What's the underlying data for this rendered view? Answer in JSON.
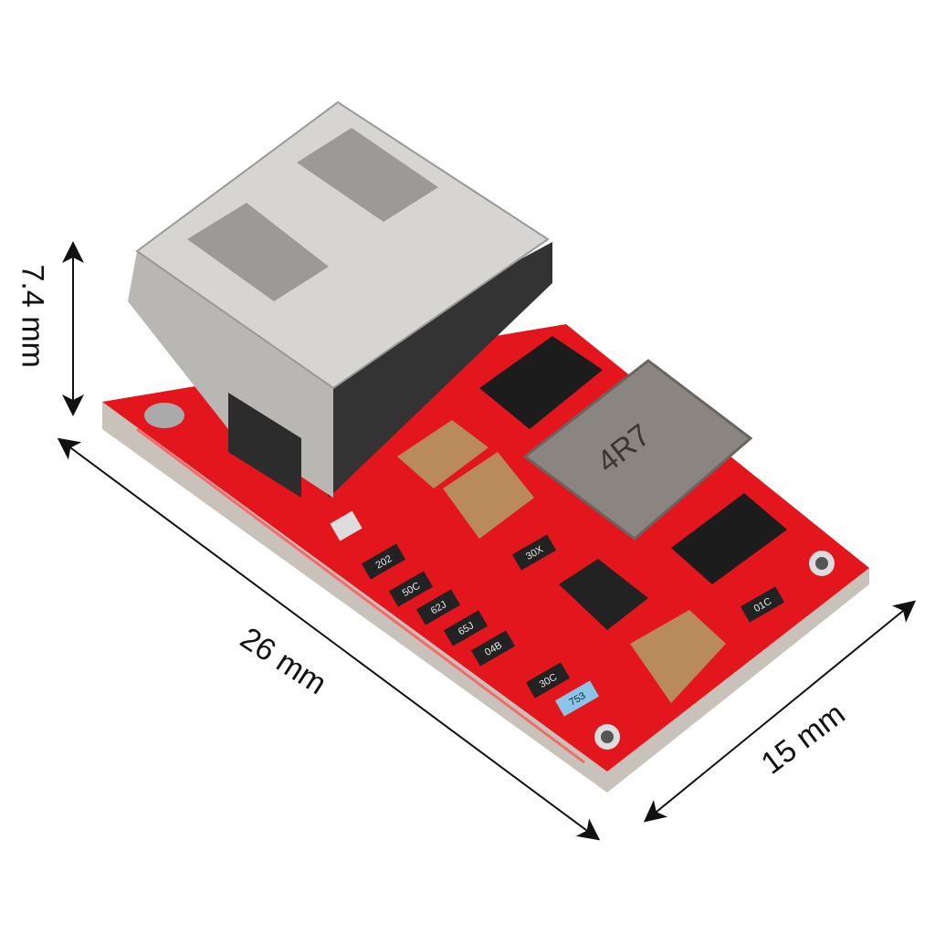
{
  "dimensions": {
    "height_label": "7.4 mm",
    "length_label": "26 mm",
    "width_label": "15 mm"
  },
  "components": {
    "inductor_marking": "4R7",
    "resistor_markings": [
      "202",
      "50C",
      "62J",
      "65J",
      "04B",
      "30C",
      "753",
      "30X",
      "01C"
    ]
  },
  "colors": {
    "pcb": "#e2161c",
    "connector": "#c8c6c2",
    "inductor": "#8a8580",
    "capacitor": "#b98a5a"
  }
}
